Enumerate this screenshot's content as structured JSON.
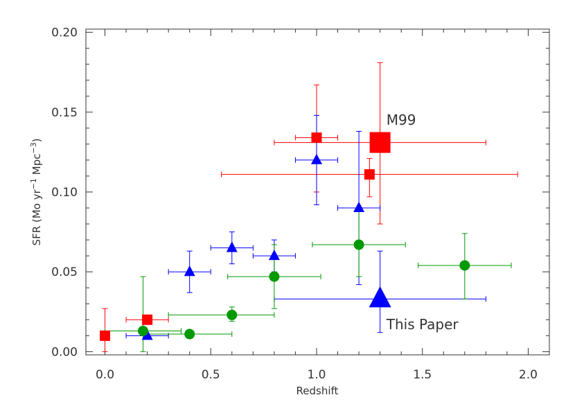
{
  "chart_data": {
    "type": "scatter",
    "xlabel": "Redshift",
    "ylabel": "SFR (Mo yr",
    "ylabel_sup1": "−1",
    "ylabel_mid": " Mpc",
    "ylabel_sup2": "−3",
    "ylabel_end": ")",
    "xlim": [
      -0.09,
      2.1
    ],
    "ylim": [
      -0.002,
      0.202
    ],
    "x_ticks": [
      "0.0",
      "0.5",
      "1.0",
      "1.5",
      "2.0"
    ],
    "x_tick_values": [
      0,
      0.5,
      1.0,
      1.5,
      2.0
    ],
    "y_ticks": [
      "0.00",
      "0.05",
      "0.10",
      "0.15",
      "0.20"
    ],
    "y_tick_values": [
      0,
      0.05,
      0.1,
      0.15,
      0.2
    ],
    "grid": false,
    "annotations": [
      {
        "text": "M99",
        "x": 1.33,
        "y": 0.142
      },
      {
        "text": "This Paper",
        "x": 1.33,
        "y": 0.014
      }
    ],
    "series": [
      {
        "marker": "square",
        "color": "#ff0000",
        "points": [
          {
            "x": 0.0,
            "y": 0.01,
            "ylo": 0.0,
            "yhi": 0.027
          },
          {
            "x": 0.2,
            "y": 0.02,
            "xlo": 0.1,
            "xhi": 0.3
          },
          {
            "x": 1.0,
            "y": 0.134,
            "xlo": 0.9,
            "xhi": 1.1,
            "ylo": 0.1,
            "yhi": 0.167
          },
          {
            "x": 1.25,
            "y": 0.111,
            "xlo": 0.55,
            "xhi": 1.95,
            "ylo": 0.097,
            "yhi": 0.121
          }
        ]
      },
      {
        "marker": "square",
        "color": "#ff0000",
        "size": "large",
        "points": [
          {
            "x": 1.3,
            "y": 0.131,
            "xlo": 0.8,
            "xhi": 1.8,
            "ylo": 0.08,
            "yhi": 0.181
          }
        ]
      },
      {
        "marker": "triangle",
        "color": "#0000ff",
        "points": [
          {
            "x": 0.2,
            "y": 0.01,
            "xlo": 0.1,
            "xhi": 0.3
          },
          {
            "x": 0.4,
            "y": 0.05,
            "xlo": 0.3,
            "xhi": 0.5,
            "ylo": 0.037,
            "yhi": 0.063
          },
          {
            "x": 0.6,
            "y": 0.065,
            "xlo": 0.5,
            "xhi": 0.7,
            "ylo": 0.055,
            "yhi": 0.075
          },
          {
            "x": 0.8,
            "y": 0.06,
            "xlo": 0.7,
            "xhi": 0.9,
            "ylo": 0.05,
            "yhi": 0.07
          },
          {
            "x": 1.0,
            "y": 0.12,
            "xlo": 0.9,
            "xhi": 1.1,
            "ylo": 0.092,
            "yhi": 0.148
          },
          {
            "x": 1.2,
            "y": 0.09,
            "xlo": 1.1,
            "xhi": 1.3,
            "ylo": 0.042,
            "yhi": 0.138
          }
        ]
      },
      {
        "marker": "triangle",
        "color": "#0000ff",
        "size": "large",
        "points": [
          {
            "x": 1.3,
            "y": 0.033,
            "xlo": 0.8,
            "xhi": 1.8,
            "ylo": 0.012,
            "yhi": 0.063
          }
        ]
      },
      {
        "marker": "circle",
        "color": "#009900",
        "points": [
          {
            "x": 0.18,
            "y": 0.013,
            "xlo": 0.0,
            "xhi": 0.36,
            "ylo": 0.0,
            "yhi": 0.047
          },
          {
            "x": 0.4,
            "y": 0.011,
            "xlo": 0.2,
            "xhi": 0.6
          },
          {
            "x": 0.6,
            "y": 0.023,
            "xlo": 0.3,
            "xhi": 0.8,
            "ylo": 0.019,
            "yhi": 0.028
          },
          {
            "x": 0.8,
            "y": 0.047,
            "xlo": 0.58,
            "xhi": 1.02,
            "ylo": 0.027,
            "yhi": 0.067
          },
          {
            "x": 1.2,
            "y": 0.067,
            "xlo": 0.98,
            "xhi": 1.42,
            "ylo": 0.047,
            "yhi": 0.09
          },
          {
            "x": 1.7,
            "y": 0.054,
            "xlo": 1.48,
            "xhi": 1.92,
            "ylo": 0.033,
            "yhi": 0.074
          }
        ]
      }
    ]
  }
}
